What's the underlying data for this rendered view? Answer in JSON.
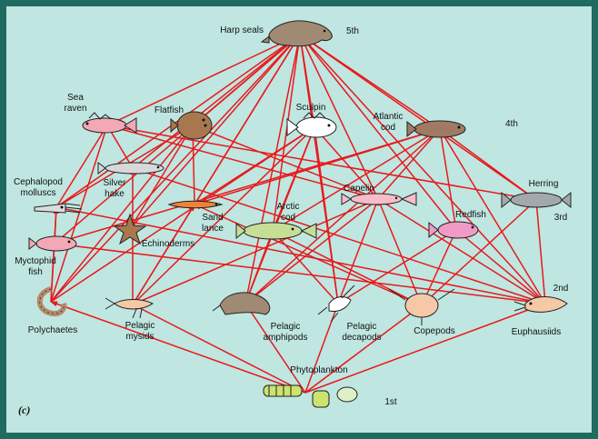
{
  "panel_label": "(c)",
  "organisms": [
    {
      "id": "harp",
      "label": [
        "Harp seals"
      ]
    },
    {
      "id": "searaven",
      "label": [
        "Sea",
        "raven"
      ]
    },
    {
      "id": "flatfish",
      "label": [
        "Flatfish"
      ]
    },
    {
      "id": "sculpin",
      "label": [
        "Sculpin"
      ]
    },
    {
      "id": "cod",
      "label": [
        "Atlantic",
        "cod"
      ]
    },
    {
      "id": "ceph",
      "label": [
        "Cephalopod",
        "molluscs"
      ]
    },
    {
      "id": "hake",
      "label": [
        "Silver",
        "hake"
      ]
    },
    {
      "id": "sandlance",
      "label": [
        "Sand",
        "lance"
      ]
    },
    {
      "id": "arctic",
      "label": [
        "Arctic",
        "cod"
      ]
    },
    {
      "id": "capelin",
      "label": [
        "Capelin"
      ]
    },
    {
      "id": "herring",
      "label": [
        "Herring"
      ]
    },
    {
      "id": "echino",
      "label": [
        "Echinoderms"
      ]
    },
    {
      "id": "redfish",
      "label": [
        "Redfish"
      ]
    },
    {
      "id": "myct",
      "label": [
        "Myctophid",
        "fish"
      ]
    },
    {
      "id": "poly",
      "label": [
        "Polychaetes"
      ]
    },
    {
      "id": "mysid",
      "label": [
        "Pelagic",
        "mysids"
      ]
    },
    {
      "id": "amph",
      "label": [
        "Pelagic",
        "amphipods"
      ]
    },
    {
      "id": "deca",
      "label": [
        "Pelagic",
        "decapods"
      ]
    },
    {
      "id": "cope",
      "label": [
        "Copepods"
      ]
    },
    {
      "id": "euph",
      "label": [
        "Euphausiids"
      ]
    },
    {
      "id": "phyto",
      "label": [
        "Phytoplankton"
      ]
    }
  ],
  "trophic_levels": [
    "1st",
    "2nd",
    "3rd",
    "4th",
    "5th"
  ],
  "links": [
    [
      "phyto",
      "poly"
    ],
    [
      "phyto",
      "mysid"
    ],
    [
      "phyto",
      "amph"
    ],
    [
      "phyto",
      "deca"
    ],
    [
      "phyto",
      "cope"
    ],
    [
      "phyto",
      "euph"
    ],
    [
      "poly",
      "ceph"
    ],
    [
      "poly",
      "searaven"
    ],
    [
      "poly",
      "flatfish"
    ],
    [
      "poly",
      "sculpin"
    ],
    [
      "poly",
      "harp"
    ],
    [
      "poly",
      "myct"
    ],
    [
      "mysid",
      "hake"
    ],
    [
      "mysid",
      "sandlance"
    ],
    [
      "mysid",
      "capelin"
    ],
    [
      "mysid",
      "harp"
    ],
    [
      "mysid",
      "sculpin"
    ],
    [
      "amph",
      "harp"
    ],
    [
      "amph",
      "cod"
    ],
    [
      "amph",
      "arctic"
    ],
    [
      "amph",
      "capelin"
    ],
    [
      "amph",
      "sculpin"
    ],
    [
      "deca",
      "harp"
    ],
    [
      "deca",
      "redfish"
    ],
    [
      "deca",
      "capelin"
    ],
    [
      "deca",
      "arctic"
    ],
    [
      "deca",
      "sculpin"
    ],
    [
      "cope",
      "capelin"
    ],
    [
      "cope",
      "herring"
    ],
    [
      "cope",
      "arctic"
    ],
    [
      "cope",
      "redfish"
    ],
    [
      "cope",
      "sandlance"
    ],
    [
      "euph",
      "capelin"
    ],
    [
      "euph",
      "herring"
    ],
    [
      "euph",
      "redfish"
    ],
    [
      "euph",
      "cod"
    ],
    [
      "euph",
      "harp"
    ],
    [
      "euph",
      "ceph"
    ],
    [
      "euph",
      "myct"
    ],
    [
      "euph",
      "hake"
    ],
    [
      "echino",
      "flatfish"
    ],
    [
      "echino",
      "harp"
    ],
    [
      "myct",
      "ceph"
    ],
    [
      "myct",
      "harp"
    ],
    [
      "myct",
      "cod"
    ],
    [
      "ceph",
      "harp"
    ],
    [
      "ceph",
      "searaven"
    ],
    [
      "ceph",
      "flatfish"
    ],
    [
      "hake",
      "harp"
    ],
    [
      "hake",
      "searaven"
    ],
    [
      "sandlance",
      "harp"
    ],
    [
      "sandlance",
      "cod"
    ],
    [
      "sandlance",
      "sculpin"
    ],
    [
      "sandlance",
      "flatfish"
    ],
    [
      "arctic",
      "harp"
    ],
    [
      "arctic",
      "cod"
    ],
    [
      "arctic",
      "sculpin"
    ],
    [
      "capelin",
      "harp"
    ],
    [
      "capelin",
      "cod"
    ],
    [
      "capelin",
      "sculpin"
    ],
    [
      "capelin",
      "flatfish"
    ],
    [
      "capelin",
      "searaven"
    ],
    [
      "herring",
      "harp"
    ],
    [
      "herring",
      "cod"
    ],
    [
      "herring",
      "searaven"
    ],
    [
      "redfish",
      "harp"
    ],
    [
      "redfish",
      "cod"
    ],
    [
      "searaven",
      "harp"
    ],
    [
      "flatfish",
      "harp"
    ],
    [
      "sculpin",
      "harp"
    ],
    [
      "cod",
      "harp"
    ]
  ],
  "colors": {
    "arrow": "#e8191b",
    "background": "#bfe6e1",
    "frame": "#1f6b62"
  }
}
